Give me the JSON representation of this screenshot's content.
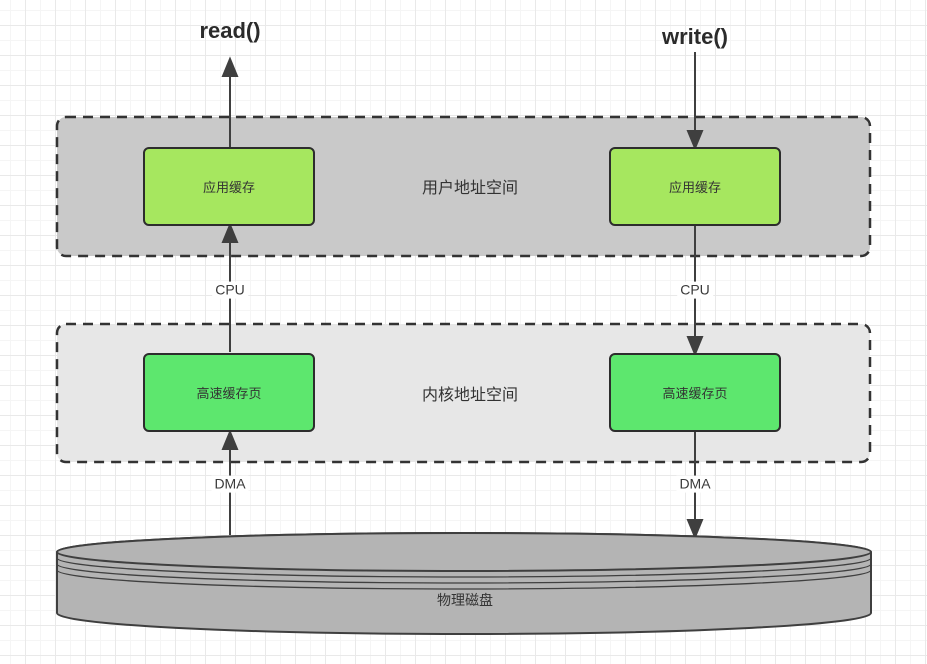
{
  "labels": {
    "read": "read()",
    "write": "write()",
    "cpu": "CPU",
    "dma": "DMA"
  },
  "user_space": {
    "title": "用户地址空间",
    "left_box": "应用缓存",
    "right_box": "应用缓存"
  },
  "kernel_space": {
    "title": "内核地址空间",
    "left_box": "高速缓存页",
    "right_box": "高速缓存页"
  },
  "disk": {
    "label": "物理磁盘"
  },
  "colors": {
    "user_box_fill": "#a6e75f",
    "kernel_box_fill": "#5de76e",
    "user_container_fill": "#c9c9c9",
    "kernel_container_fill": "#e7e7e7",
    "disk_fill": "#b4b4b4",
    "stroke_dark": "#3f3f3f",
    "dash_stroke": "#333333",
    "text_color": "#333333"
  }
}
